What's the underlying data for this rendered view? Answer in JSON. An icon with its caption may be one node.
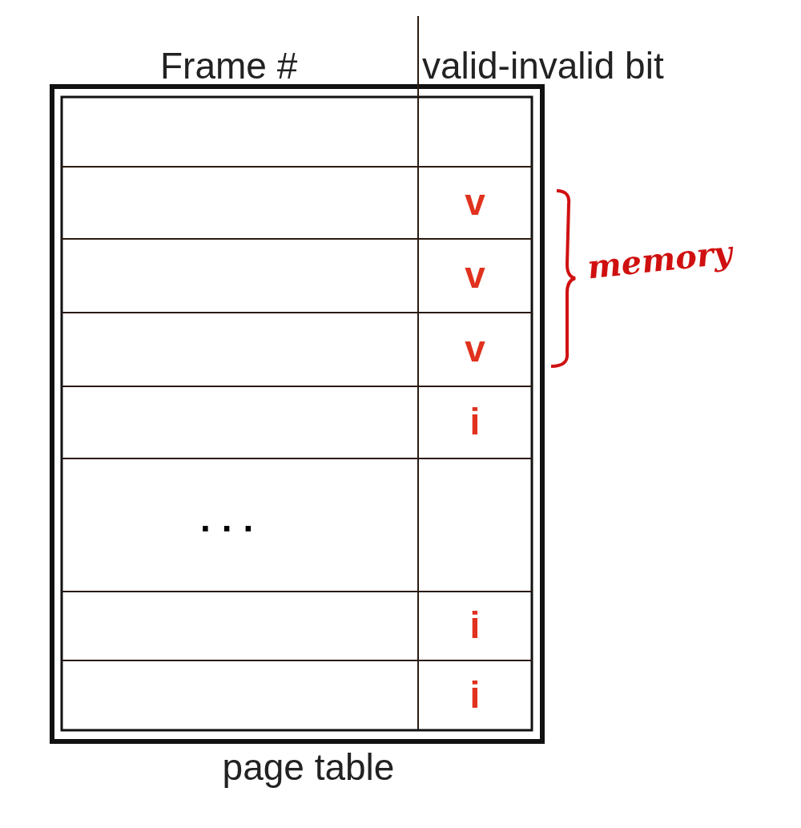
{
  "diagram": {
    "caption": "page table",
    "labels": [
      "Frame #",
      "valid-invalid bit",
      "v",
      "v",
      "v",
      "i",
      "...",
      "i",
      "i",
      "memory"
    ]
  }
}
